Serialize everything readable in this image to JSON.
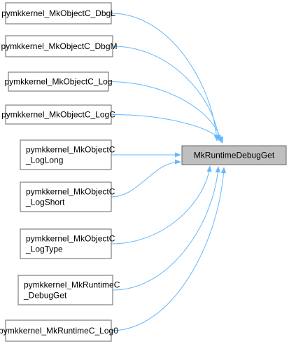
{
  "colors": {
    "edge": "#63b8ff",
    "node_border": "#666666",
    "node_fill": "#ffffff",
    "target_fill": "#bfbfbf",
    "text": "#000000"
  },
  "target": {
    "lines": [
      "MkRuntimeDebugGet"
    ]
  },
  "callers": [
    {
      "id": "dbgl",
      "lines": [
        "pymkkernel_MkObjectC_DbgL"
      ]
    },
    {
      "id": "dbgm",
      "lines": [
        "pymkkernel_MkObjectC_DbgM"
      ]
    },
    {
      "id": "log",
      "lines": [
        "pymkkernel_MkObjectC_Log"
      ]
    },
    {
      "id": "logc",
      "lines": [
        "pymkkernel_MkObjectC_LogC"
      ]
    },
    {
      "id": "loglong",
      "lines": [
        "pymkkernel_MkObjectC",
        "_LogLong"
      ]
    },
    {
      "id": "logshort",
      "lines": [
        "pymkkernel_MkObjectC",
        "_LogShort"
      ]
    },
    {
      "id": "logtype",
      "lines": [
        "pymkkernel_MkObjectC",
        "_LogType"
      ]
    },
    {
      "id": "debugget",
      "lines": [
        "pymkkernel_MkRuntimeC",
        "_DebugGet"
      ]
    },
    {
      "id": "log0",
      "lines": [
        "pymkkernel_MkRuntimeC_Log0"
      ]
    }
  ]
}
